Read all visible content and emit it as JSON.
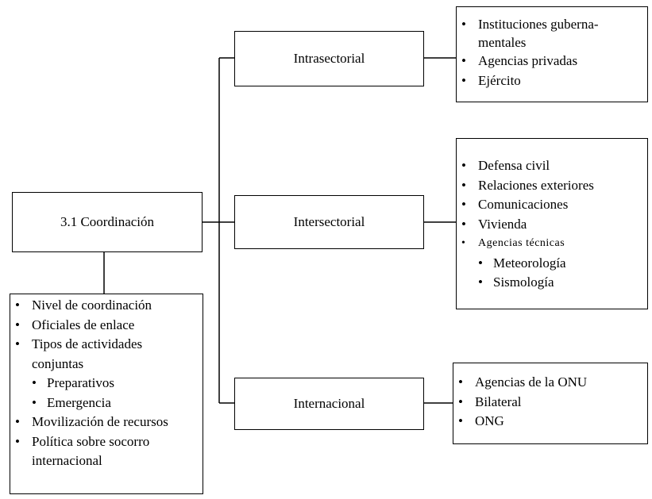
{
  "nodes": {
    "coordinacion": "3.1 Coordinación",
    "intrasectorial": "Intrasectorial",
    "intersectorial": "Intersectorial",
    "internacional": "Internacional"
  },
  "intra_items": [
    "Instituciones guberna-mentales",
    "Agencias privadas",
    "Ejército"
  ],
  "inter_items": [
    "Defensa civil",
    "Relaciones exteriores",
    "Comunicaciones",
    "Vivienda",
    "Agencias técnicas"
  ],
  "inter_subitems": [
    "Meteorología",
    "Sismología"
  ],
  "intl_items": [
    "Agencias de la ONU",
    "Bilateral",
    "ONG"
  ],
  "coord_items": [
    "Nivel de coordinación",
    "Oficiales de enlace",
    "Tipos de actividades conjuntas"
  ],
  "coord_subitems": [
    "Preparativos",
    "Emergencia"
  ],
  "coord_items_after": [
    "Movilización de recursos",
    "Política sobre socorro internacional"
  ]
}
